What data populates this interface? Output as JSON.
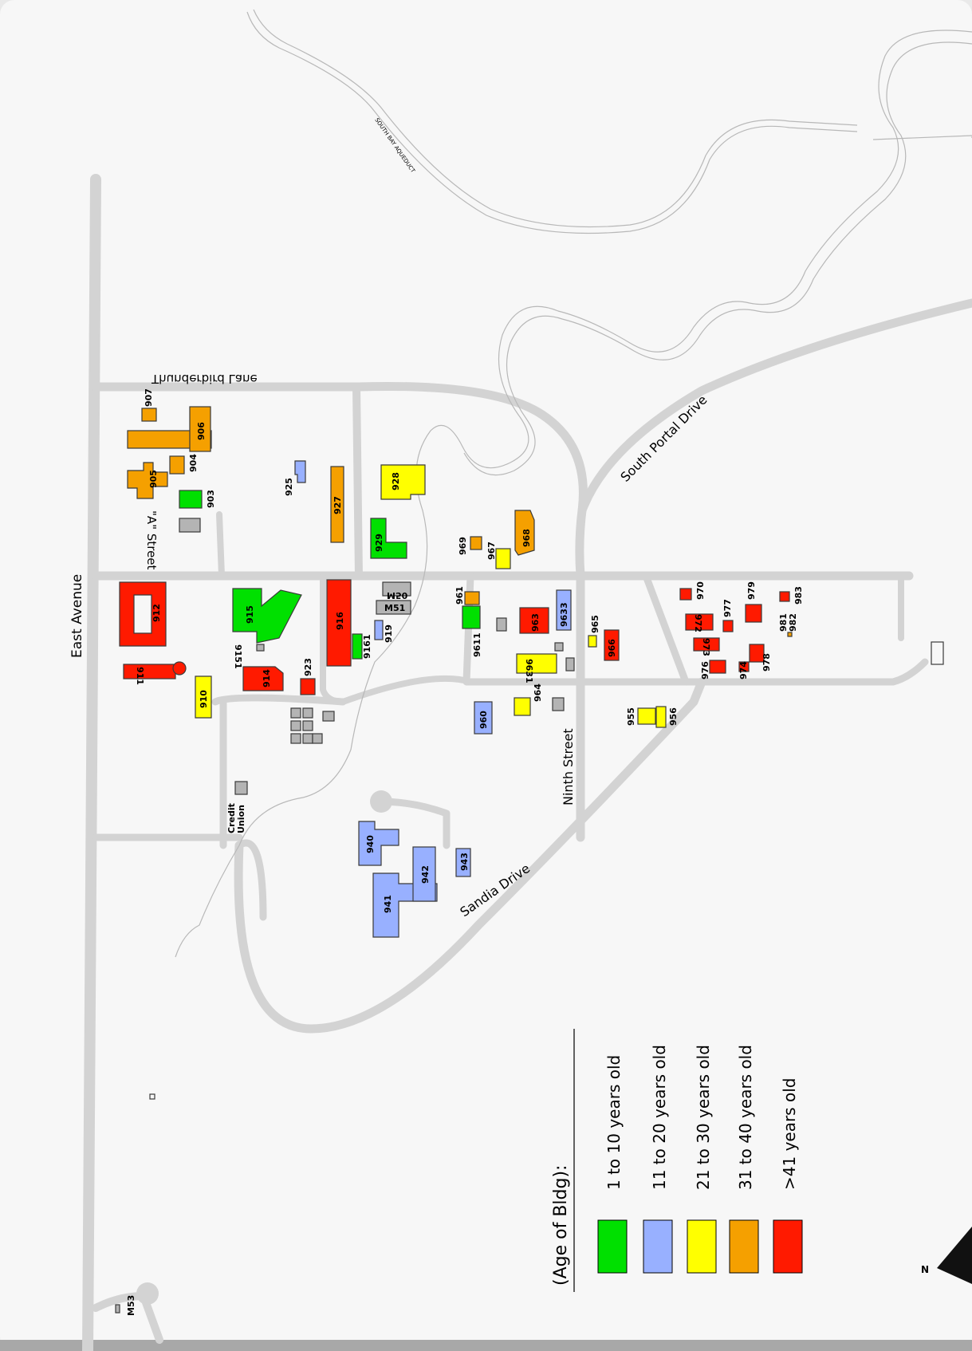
{
  "map": {
    "colors": {
      "background": "#f7f7f7",
      "road": "#d3d3d3",
      "creek": "#b8b8b8",
      "outline": "#3a3a3a",
      "age_1_10": "#00e000",
      "age_11_20": "#98b0ff",
      "age_21_30": "#ffff00",
      "age_31_40": "#f5a000",
      "age_41_plus": "#ff1a00",
      "unclassified": "#b4b4b4"
    },
    "streets": {
      "east_avenue": "East Avenue",
      "a_street": "\"A\" Street",
      "thunderbird_lane": "Thunderbird Lane",
      "south_portal_drive": "South Portal Drive",
      "ninth_street": "Ninth Street",
      "sandia_drive": "Sandia Drive",
      "south_bay_aqueduct": "SOUTH BAY AQUEDUCT"
    },
    "place_labels": {
      "credit_union_line1": "Credit",
      "credit_union_line2": "Union",
      "m53": "M53",
      "m50": "M50",
      "m51": "M51",
      "north": "N"
    },
    "buildings": {
      "b907": "907",
      "b906": "906",
      "b904": "904",
      "b905": "905",
      "b903": "903",
      "b925": "925",
      "b927": "927",
      "b928": "928",
      "b929": "929",
      "b912": "912",
      "b911": "911",
      "b910": "910",
      "b915": "915",
      "b9151": "9151",
      "b914": "914",
      "b923": "923",
      "b916": "916",
      "b9161": "9161",
      "b919": "919",
      "b969": "969",
      "b967": "967",
      "b968": "968",
      "b961": "961",
      "b9611": "9611",
      "b963": "963",
      "b9633": "9633",
      "b965": "965",
      "b966": "966",
      "b9631": "9631",
      "b964": "964",
      "b960": "960",
      "b955": "955",
      "b956": "956",
      "b970": "970",
      "b972": "972",
      "b977": "977",
      "b979": "979",
      "b983": "983",
      "b981": "981",
      "b982": "982",
      "b973": "973",
      "b976": "976",
      "b974": "974",
      "b978": "978",
      "b940": "940",
      "b941": "941",
      "b942": "942",
      "b943": "943"
    },
    "legend": {
      "title": "(Age of Bldg):",
      "items": [
        {
          "label": "1 to 10 years old",
          "color": "#00e000"
        },
        {
          "label": "11 to 20 years old",
          "color": "#98b0ff"
        },
        {
          "label": "21 to 30 years old",
          "color": "#ffff00"
        },
        {
          "label": "31 to 40 years old",
          "color": "#f5a000"
        },
        {
          "label": ">41 years old",
          "color": "#ff1a00"
        }
      ]
    }
  }
}
